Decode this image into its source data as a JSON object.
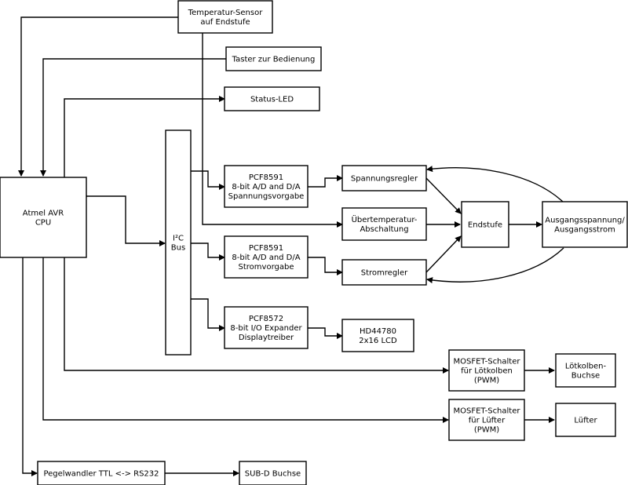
{
  "blocks": {
    "temp_sensor": [
      "Temperatur-Sensor",
      "auf Endstufe"
    ],
    "button": [
      "Taster zur Bedienung"
    ],
    "status_led": [
      "Status-LED"
    ],
    "cpu": [
      "Atmel AVR",
      "CPU"
    ],
    "i2c_bus": [
      "I²C",
      "Bus"
    ],
    "pcf8591_voltage": [
      "PCF8591",
      "8-bit A/D and D/A",
      "Spannungsvorgabe"
    ],
    "pcf8591_current": [
      "PCF8591",
      "8-bit A/D and D/A",
      "Stromvorgabe"
    ],
    "pcf8572_display": [
      "PCF8572",
      "8-bit I/O Expander",
      "Displaytreiber"
    ],
    "voltage_regulator": [
      "Spannungsregler"
    ],
    "overtemp_shutdown": [
      "Übertemperatur-",
      "Abschaltung"
    ],
    "current_regulator": [
      "Stromregler"
    ],
    "power_stage": [
      "Endstufe"
    ],
    "output": [
      "Ausgangsspannung/",
      "Ausgangsstrom"
    ],
    "lcd": [
      "HD44780",
      "2x16 LCD"
    ],
    "mosfet_iron": [
      "MOSFET-Schalter",
      "für Lötkolben",
      "(PWM)"
    ],
    "iron_socket": [
      "Lötkolben-",
      "Buchse"
    ],
    "mosfet_fan": [
      "MOSFET-Schalter",
      "für Lüfter",
      "(PWM)"
    ],
    "fan": [
      "Lüfter"
    ],
    "level_shifter": [
      "Pegelwandler TTL <-> RS232"
    ],
    "subd": [
      "SUB-D Buchse"
    ]
  }
}
